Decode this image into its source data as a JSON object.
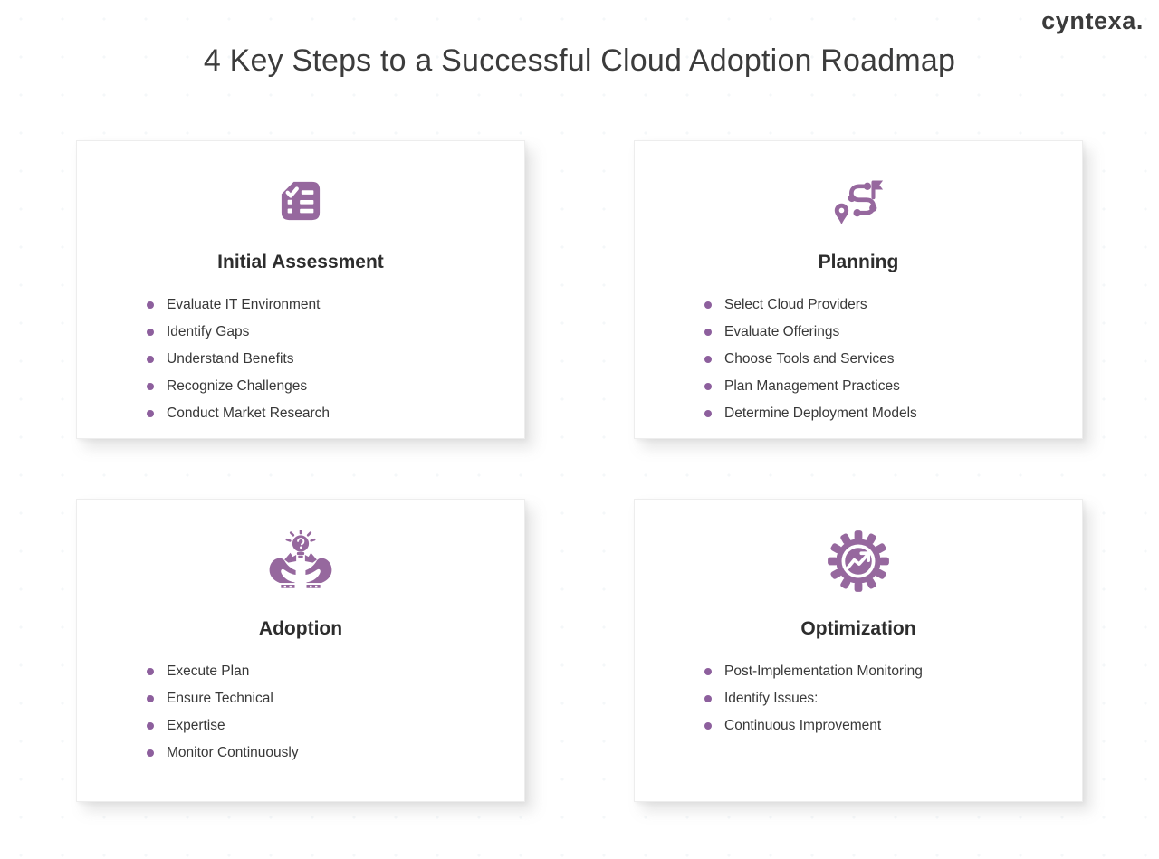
{
  "logo": "cyntexa.",
  "title": "4 Key Steps to a Successful Cloud Adoption Roadmap",
  "colors": {
    "accent": "#96689E",
    "bullet": "#8D5F9D",
    "text": "#3A3A3A"
  },
  "cards": [
    {
      "title": "Initial Assessment",
      "icon": "checklist-icon",
      "items": [
        "Evaluate IT Environment",
        "Identify Gaps",
        "Understand Benefits",
        "Recognize Challenges",
        "Conduct Market Research"
      ]
    },
    {
      "title": "Planning",
      "icon": "route-flag-icon",
      "items": [
        "Select Cloud Providers",
        "Evaluate Offerings",
        "Choose Tools and Services",
        "Plan Management Practices",
        "Determine Deployment Models"
      ]
    },
    {
      "title": "Adoption",
      "icon": "hands-lightbulb-icon",
      "items": [
        "Execute Plan",
        "Ensure Technical",
        "Expertise",
        "Monitor Continuously"
      ]
    },
    {
      "title": "Optimization",
      "icon": "gear-trend-chart-icon",
      "items": [
        "Post-Implementation Monitoring",
        "Identify Issues:",
        "Continuous Improvement"
      ]
    }
  ]
}
